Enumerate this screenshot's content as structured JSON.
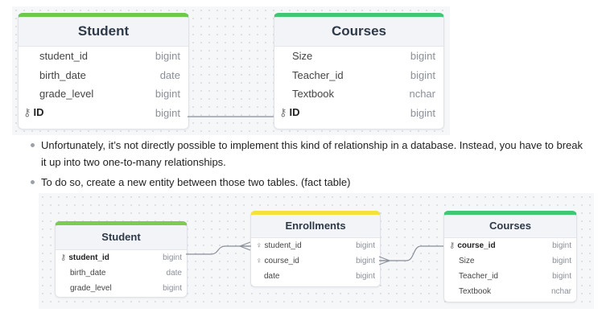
{
  "diagram1": {
    "student": {
      "title": "Student",
      "rows": [
        {
          "name": "student_id",
          "type": "bigint"
        },
        {
          "name": "birth_date",
          "type": "date"
        },
        {
          "name": "grade_level",
          "type": "bigint"
        },
        {
          "name": "ID",
          "type": "bigint"
        }
      ]
    },
    "courses": {
      "title": "Courses",
      "rows": [
        {
          "name": "Size",
          "type": "bigint"
        },
        {
          "name": "Teacher_id",
          "type": "bigint"
        },
        {
          "name": "Textbook",
          "type": "nchar"
        },
        {
          "name": "ID",
          "type": "bigint"
        }
      ]
    }
  },
  "bullets": [
    "Unfortunately, it’s not directly possible to implement this kind of relationship in a database. Instead, you have to break it up into two one-to-many relationships.",
    "To do so, create a new entity between those two tables. (fact table)"
  ],
  "diagram2": {
    "student": {
      "title": "Student",
      "rows": [
        {
          "name": "student_id",
          "type": "bigint"
        },
        {
          "name": "birth_date",
          "type": "date"
        },
        {
          "name": "grade_level",
          "type": "bigint"
        }
      ]
    },
    "enrollments": {
      "title": "Enrollments",
      "rows": [
        {
          "name": "student_id",
          "type": "bigint"
        },
        {
          "name": "course_id",
          "type": "bigint"
        },
        {
          "name": "date",
          "type": "bigint"
        }
      ]
    },
    "courses": {
      "title": "Courses",
      "rows": [
        {
          "name": "course_id",
          "type": "bigint"
        },
        {
          "name": "Size",
          "type": "bigint"
        },
        {
          "name": "Teacher_id",
          "type": "bigint"
        },
        {
          "name": "Textbook",
          "type": "nchar"
        }
      ]
    }
  },
  "colors": {
    "student_header": "#6cc94b",
    "courses_header": "#3fc776",
    "enrollments_header": "#f2e23a",
    "connector": "#8a8f98"
  }
}
